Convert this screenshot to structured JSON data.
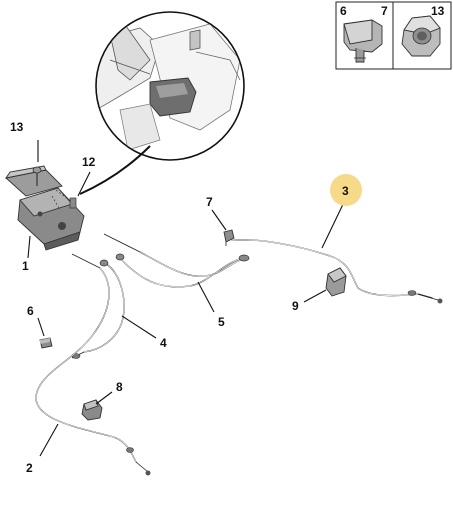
{
  "callouts": [
    {
      "number": "1"
    },
    {
      "number": "2"
    },
    {
      "number": "3"
    },
    {
      "number": "4"
    },
    {
      "number": "5"
    },
    {
      "number": "6"
    },
    {
      "number": "7"
    },
    {
      "number": "8"
    },
    {
      "number": "9"
    },
    {
      "number": "12"
    },
    {
      "number": "13"
    }
  ],
  "inset_labels": [
    {
      "number": "6"
    },
    {
      "number": "7"
    },
    {
      "number": "13"
    }
  ],
  "colors": {
    "highlight": "#f7d98a",
    "part_gray": "#8a8a8a",
    "part_dark": "#555555",
    "inset_bg": "#c9c9c9",
    "line": "#222222"
  }
}
